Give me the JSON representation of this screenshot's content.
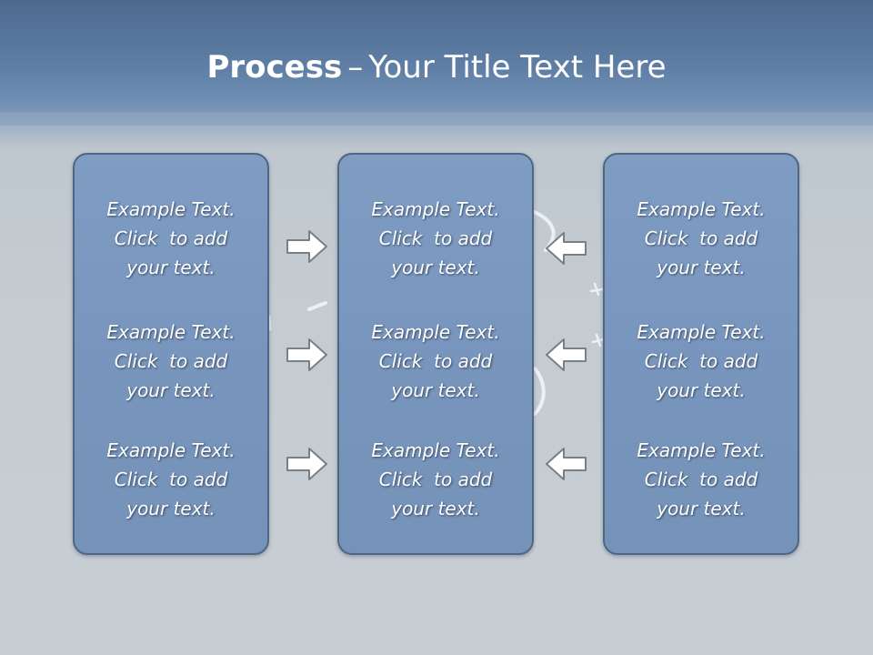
{
  "slide": {
    "title_bold": "Process",
    "title_sep": "–",
    "title_rest": "Your Title Text Here"
  },
  "columns": [
    {
      "blocks": [
        {
          "line1": "Example Text.",
          "line2": "Click  to add",
          "line3": "your text."
        },
        {
          "line1": "Example Text.",
          "line2": "Click  to add",
          "line3": "your text."
        },
        {
          "line1": "Example Text.",
          "line2": "Click  to add",
          "line3": "your text."
        }
      ]
    },
    {
      "blocks": [
        {
          "line1": "Example Text.",
          "line2": "Click  to add",
          "line3": "your text."
        },
        {
          "line1": "Example Text.",
          "line2": "Click  to add",
          "line3": "your text."
        },
        {
          "line1": "Example Text.",
          "line2": "Click  to add",
          "line3": "your text."
        }
      ]
    },
    {
      "blocks": [
        {
          "line1": "Example Text.",
          "line2": "Click  to add",
          "line3": "your text."
        },
        {
          "line1": "Example Text.",
          "line2": "Click  to add",
          "line3": "your text."
        },
        {
          "line1": "Example Text.",
          "line2": "Click  to add",
          "line3": "your text."
        }
      ]
    }
  ],
  "arrows": {
    "left_to_mid": "arrow-right-icon",
    "right_to_mid": "arrow-left-icon"
  },
  "colors": {
    "header": "#5f7fa6",
    "panel": "#7896bd",
    "panel_border": "#4f6685",
    "text": "#ffffff"
  }
}
